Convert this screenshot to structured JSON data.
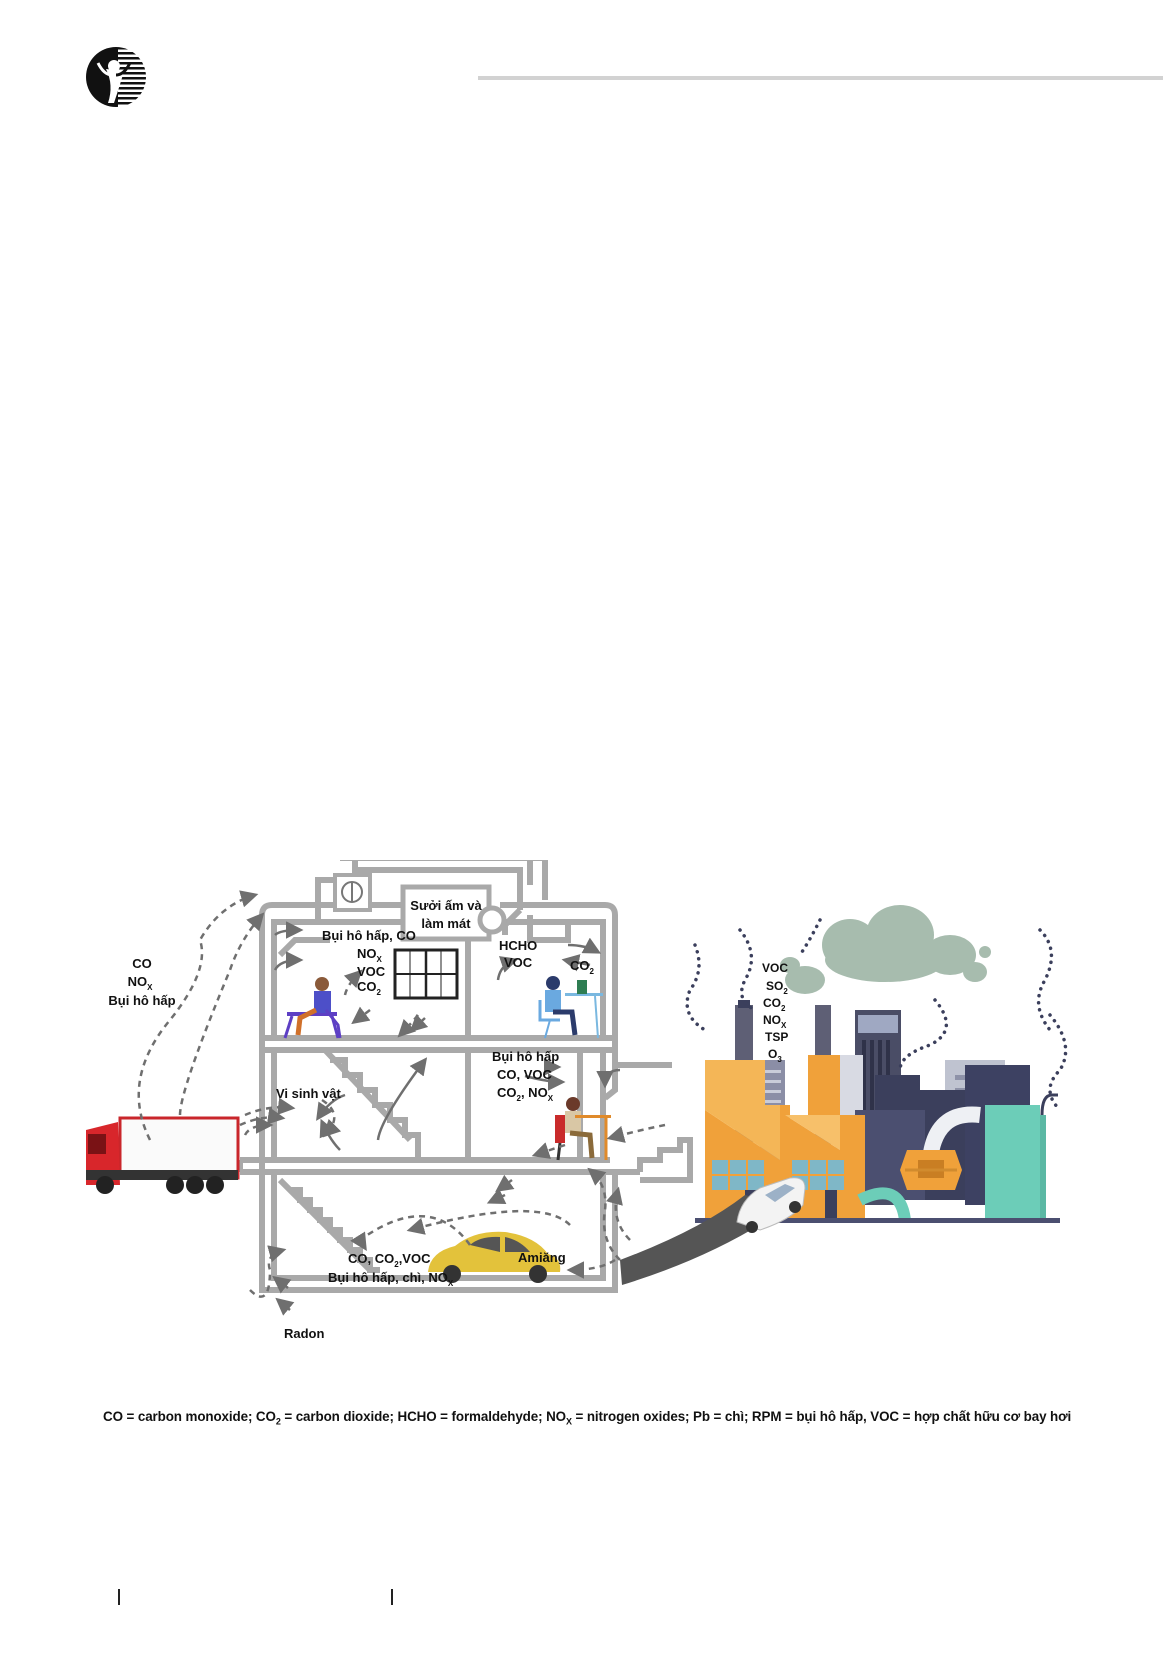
{
  "brand": {
    "name": "logo-emblem"
  },
  "colors": {
    "wall": "#a9a9a9",
    "arrow": "#6f6f6f",
    "factory_orange": "#f0a13a",
    "factory_navy": "#3b3f5c",
    "factory_teal": "#6ccdb8",
    "smoke": "#a7bcae",
    "truck_red": "#d8262b",
    "car_yellow": "#e3c23b"
  },
  "diagram": {
    "hvac_label_1": "Sưởi ấm và",
    "hvac_label_2": "làm mát",
    "outdoor": {
      "l1": "CO",
      "l2": "NO",
      "l2_sub": "X",
      "l3": "Bụi hô hấp"
    },
    "room_left": {
      "l1": "Bụi hô hấp, CO",
      "l2": "NO",
      "l2_sub": "X",
      "l3": "VOC",
      "l4": "CO",
      "l4_sub": "2"
    },
    "room_mid": {
      "l1": "HCHO",
      "l2": "VOC"
    },
    "room_right": {
      "l1": "CO",
      "l1_sub": "2"
    },
    "microbes": "Vi sinh vật",
    "ground_office": {
      "l1": "Bụi hô hấp",
      "l2": "CO, VOC",
      "l3a": "CO",
      "l3a_sub": "2",
      "l3b": ", NO",
      "l3b_sub": "X"
    },
    "basement": {
      "l1a": "CO, CO",
      "l1a_sub": "2",
      "l1b": ",VOC",
      "l2a": "Bụi hô hấp, chì, NO",
      "l2a_sub": "X"
    },
    "asbestos": "Amiăng",
    "radon": "Radon",
    "factory": {
      "voc": "VOC",
      "so2": "SO",
      "so2_sub": "2",
      "co2": "CO",
      "co2_sub": "2",
      "nox": "NO",
      "nox_sub": "X",
      "tsp": "TSP",
      "o3": "O",
      "o3_sub": "3"
    }
  },
  "footnote": {
    "p1": "CO = carbon monoxide; CO",
    "p1_sub": "2",
    "p2": " = carbon dioxide; HCHO = formaldehyde; NO",
    "p2_sub": "X",
    "p3": " = nitrogen oxides; Pb = chì; RPM = bụi hô hấp, VOC = hợp chất hữu cơ bay hơi"
  }
}
